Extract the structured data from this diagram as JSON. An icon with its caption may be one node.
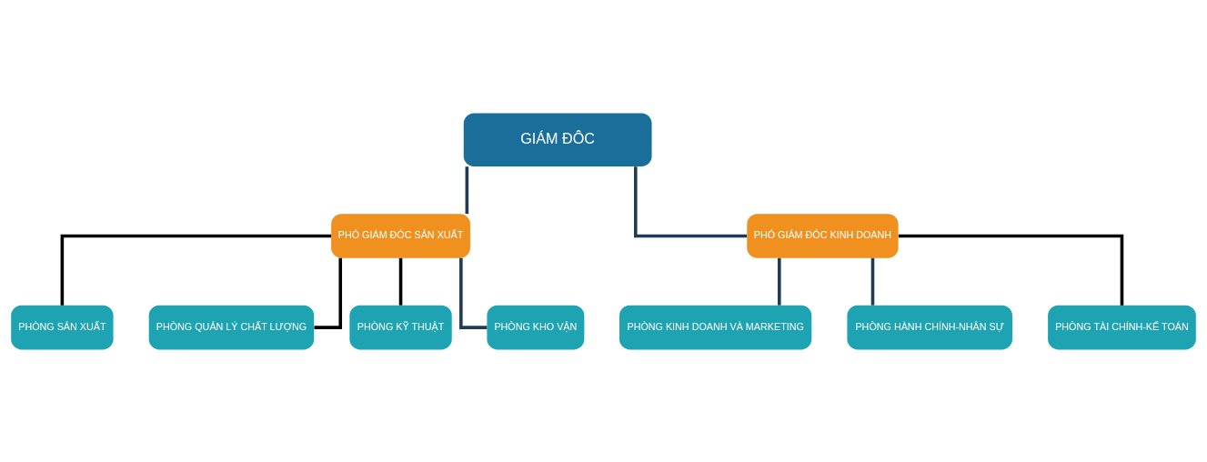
{
  "diagram": {
    "nodes": [
      {
        "text": [
          "GIÁM ĐÔC"
        ]
      },
      {
        "text": [
          "PHÓ GIÁM ĐÓC SẢN XUẤT"
        ]
      },
      {
        "text": [
          "PHÓ GIÁM ĐÓC KINH DOANH"
        ]
      },
      {
        "text": [
          "PHÒNG SẢN XUẤT"
        ]
      },
      {
        "text": [
          "PHÒNG QUẢN LÝ CHẤT LƯỢNG"
        ]
      },
      {
        "text": [
          "PHÒNG KỸ THUẬT"
        ]
      },
      {
        "text": [
          "PHÒNG KHO VẬN"
        ]
      },
      {
        "text": [
          "PHÒNG KINH DOANH VÀ MARKETING"
        ]
      },
      {
        "text": [
          "PHÒNG HÀNH CHÍNH-NHÂN SỰ"
        ]
      },
      {
        "text": [
          "PHÒNG TÀI CHÍNH-KẾ TOÁN"
        ]
      }
    ],
    "edges": [
      {
        "from": 0,
        "to": 1,
        "arrow": "none"
      },
      {
        "from": 0,
        "to": 2,
        "arrow": "none"
      },
      {
        "from": 1,
        "to": 3,
        "arrow": "none",
        "color": "#000000"
      },
      {
        "from": 1,
        "to": 4,
        "arrow": "none",
        "color": "#000000"
      },
      {
        "from": 1,
        "to": 5,
        "arrow": "none",
        "color": "#000000"
      },
      {
        "from": 1,
        "to": 6,
        "arrow": "none"
      },
      {
        "from": 2,
        "to": 7,
        "arrow": "none"
      },
      {
        "from": 2,
        "to": 8,
        "arrow": "none"
      },
      {
        "from": 2,
        "to": 9,
        "arrow": "none",
        "color": "#000000"
      }
    ]
  }
}
